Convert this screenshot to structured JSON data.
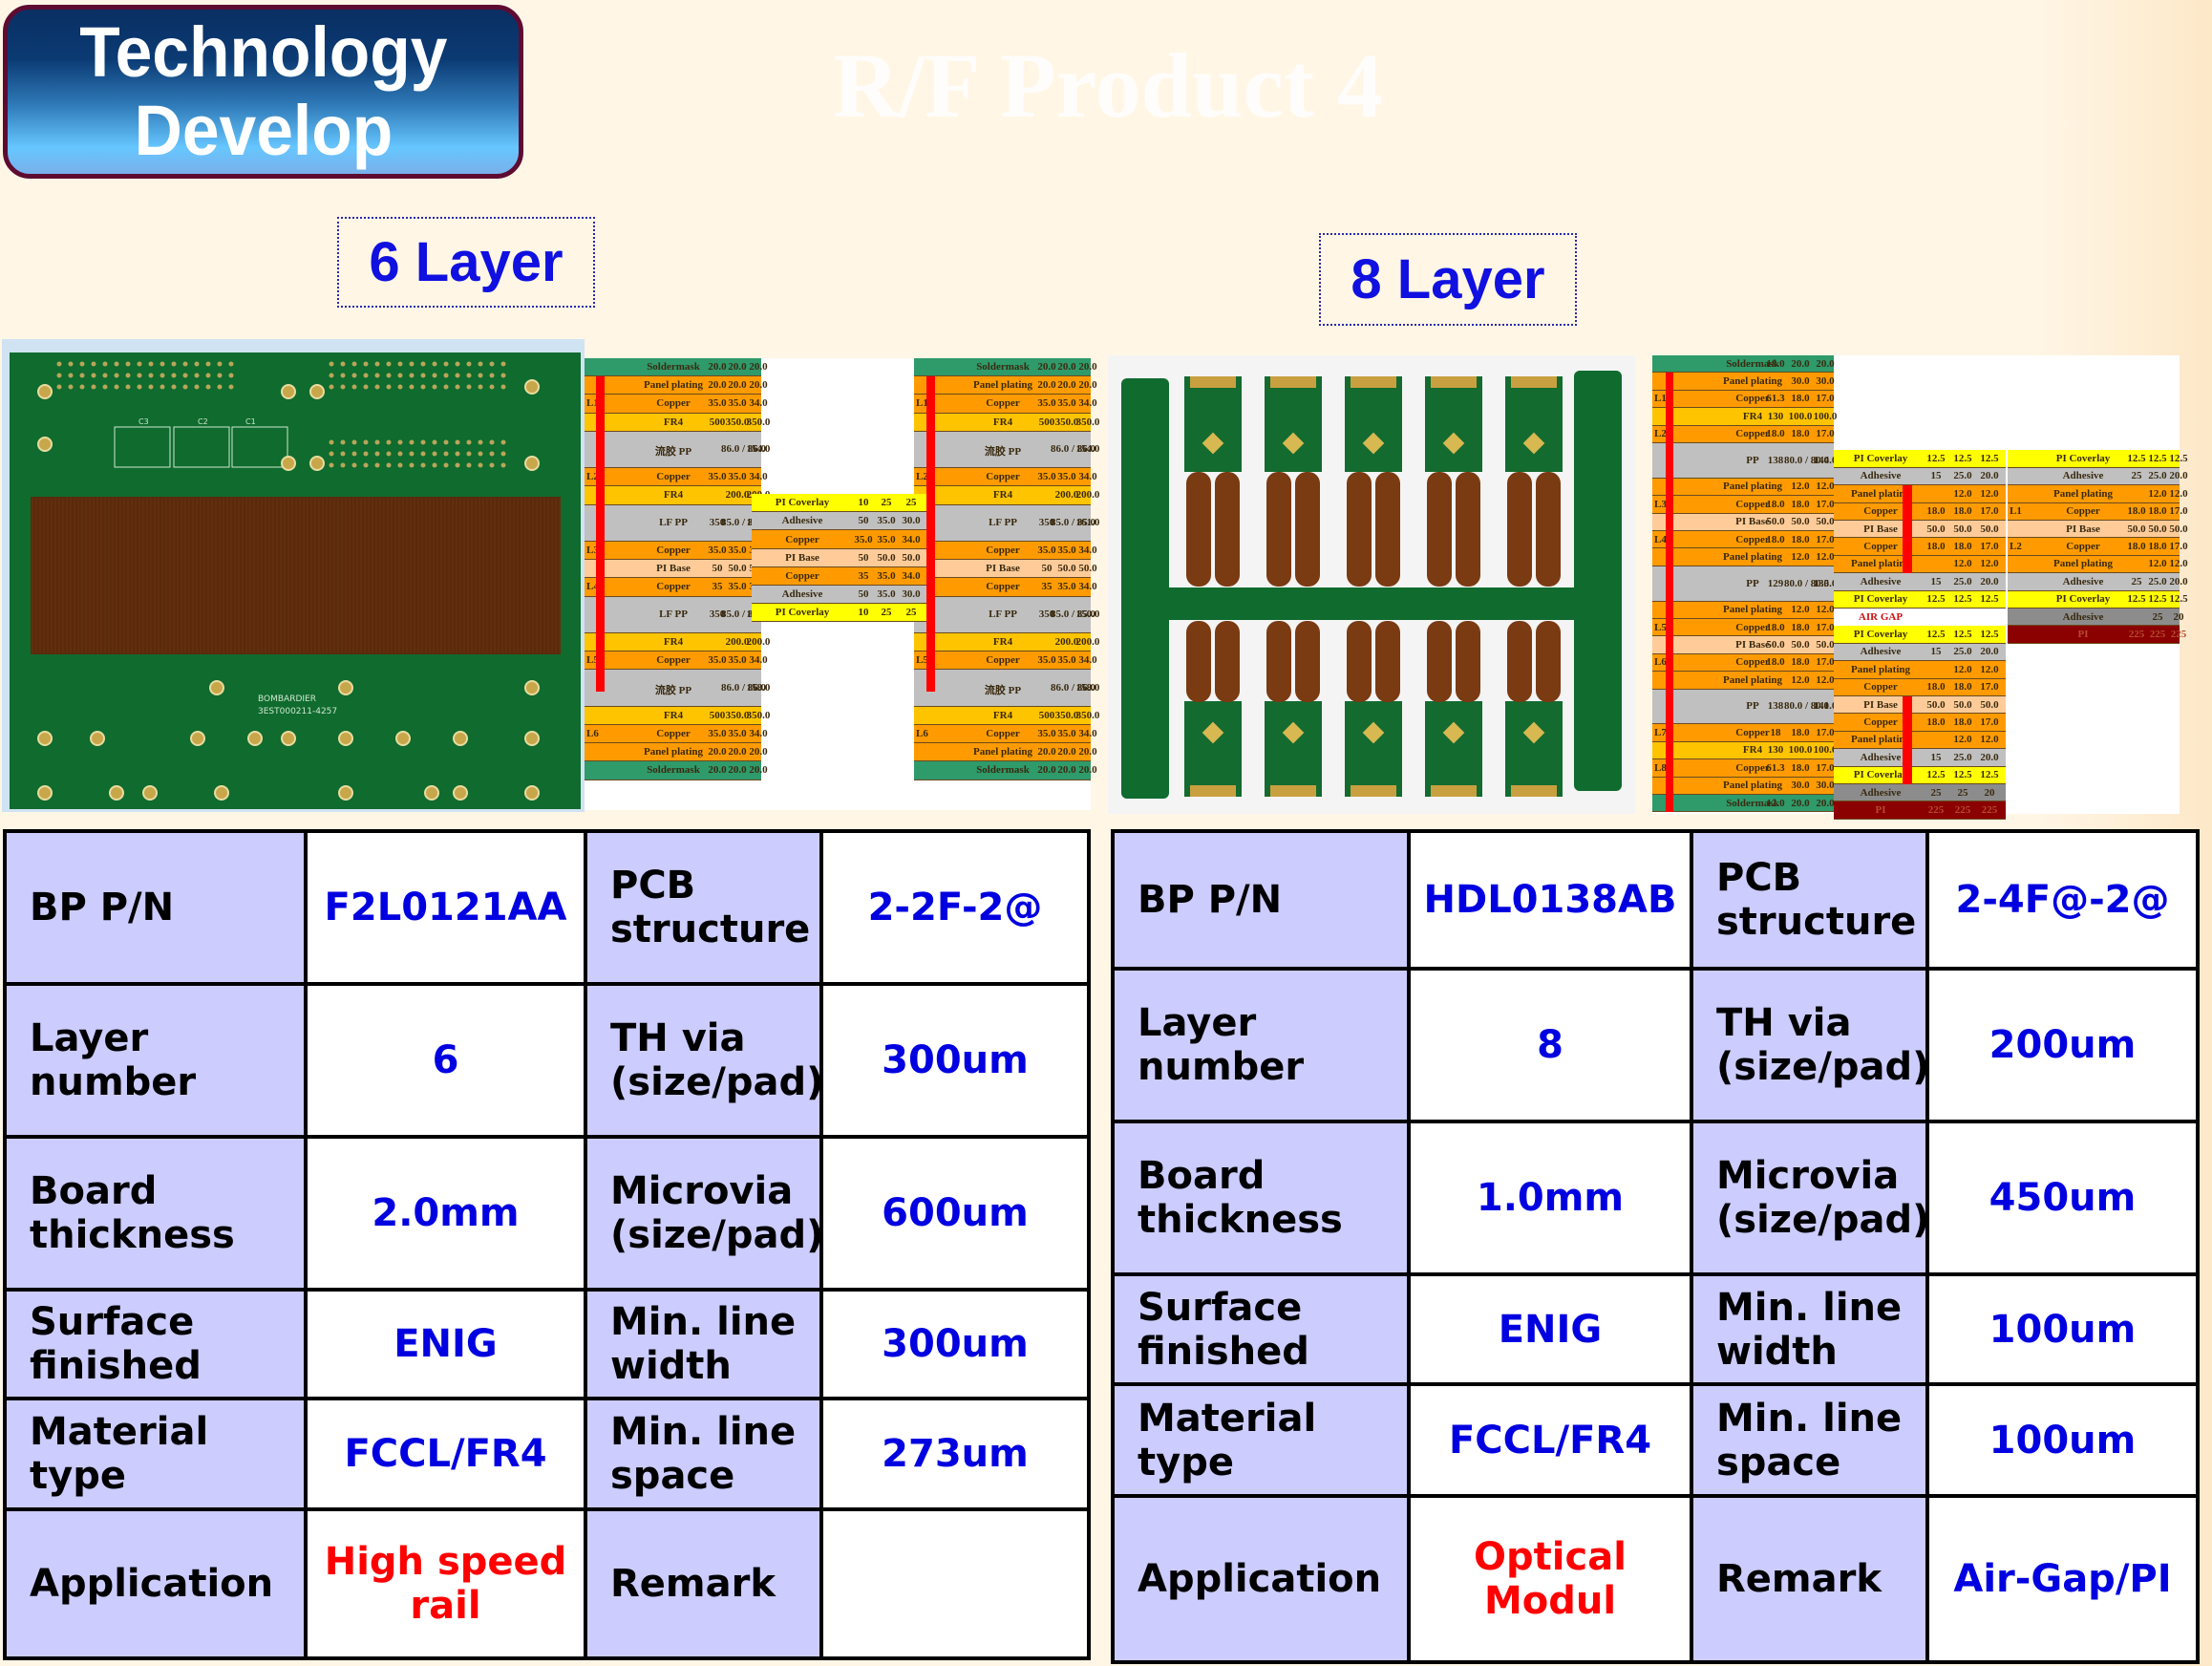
{
  "header": {
    "badge_line1": "Technology",
    "badge_line2": "Develop",
    "title": "R/F Product 4"
  },
  "sections": {
    "six_layer": {
      "heading": "6 Layer",
      "photo_alt": "6-layer rigid-flex PCB panel photo",
      "photo_silkscreen": [
        "BOMBARDIER",
        "3EST000211-4257",
        "C3",
        "C2",
        "C1"
      ],
      "stackup_left": [
        {
          "layer": "",
          "material": "Soldermask",
          "v1": "20.0",
          "v2": "20.0",
          "v3": "20.0",
          "color": "sm"
        },
        {
          "layer": "",
          "material": "Panel plating",
          "v1": "20.0",
          "v2": "20.0",
          "v3": "20.0",
          "color": "cu"
        },
        {
          "layer": "L1",
          "material": "Copper",
          "v1": "35.0",
          "v2": "35.0",
          "v3": "34.0",
          "color": "cu"
        },
        {
          "layer": "",
          "material": "FR4",
          "v1": "500",
          "v2": "350.0",
          "v3": "350.0",
          "color": "fr4"
        },
        {
          "layer": "",
          "material": "流胶 PP",
          "v1": "",
          "v2": "86.0 / 86.0",
          "v3": "154.0",
          "color": "pp"
        },
        {
          "layer": "L2",
          "material": "Copper",
          "v1": "35.0",
          "v2": "35.0",
          "v3": "34.0",
          "color": "cu"
        },
        {
          "layer": "",
          "material": "FR4",
          "v1": "",
          "v2": "200.0",
          "v3": "200.0",
          "color": "fr4"
        },
        {
          "layer": "",
          "material": "LF PP",
          "v1": "350",
          "v2": "85.0 / 85.0",
          "v3": "161.0",
          "color": "pp"
        },
        {
          "layer": "L3",
          "material": "Copper",
          "v1": "35.0",
          "v2": "35.0",
          "v3": "34.0",
          "color": "cu"
        },
        {
          "layer": "",
          "material": "PI Base",
          "v1": "50",
          "v2": "50.0",
          "v3": "50.0",
          "color": "pib"
        },
        {
          "layer": "L4",
          "material": "Copper",
          "v1": "35",
          "v2": "35.0",
          "v3": "34.0",
          "color": "cu"
        },
        {
          "layer": "",
          "material": "LF PP",
          "v1": "350",
          "v2": "85.0 / 85.0",
          "v3": "150.0",
          "color": "pp"
        },
        {
          "layer": "",
          "material": "FR4",
          "v1": "",
          "v2": "200.0",
          "v3": "200.0",
          "color": "fr4"
        },
        {
          "layer": "L5",
          "material": "Copper",
          "v1": "35.0",
          "v2": "35.0",
          "v3": "34.0",
          "color": "cu"
        },
        {
          "layer": "",
          "material": "流胶 PP",
          "v1": "",
          "v2": "86.0 / 86.0",
          "v3": "158.0",
          "color": "pp"
        },
        {
          "layer": "",
          "material": "FR4",
          "v1": "500",
          "v2": "350.0",
          "v3": "350.0",
          "color": "fr4"
        },
        {
          "layer": "L6",
          "material": "Copper",
          "v1": "35.0",
          "v2": "35.0",
          "v3": "34.0",
          "color": "cu"
        },
        {
          "layer": "",
          "material": "Panel plating",
          "v1": "20.0",
          "v2": "20.0",
          "v3": "20.0",
          "color": "cu"
        },
        {
          "layer": "",
          "material": "Soldermask",
          "v1": "20.0",
          "v2": "20.0",
          "v3": "20.0",
          "color": "sm"
        }
      ],
      "stackup_flex": [
        {
          "material": "PI Coverlay",
          "v1": "10",
          "v2": "25",
          "v3": "25",
          "color": "cov"
        },
        {
          "material": "Adhesive",
          "v1": "50",
          "v2": "35.0",
          "v3": "30.0",
          "color": "adh"
        },
        {
          "material": "Copper",
          "v1": "35.0",
          "v2": "35.0",
          "v3": "34.0",
          "color": "cu"
        },
        {
          "material": "PI Base",
          "v1": "50",
          "v2": "50.0",
          "v3": "50.0",
          "color": "pib"
        },
        {
          "material": "Copper",
          "v1": "35",
          "v2": "35.0",
          "v3": "34.0",
          "color": "cu"
        },
        {
          "material": "Adhesive",
          "v1": "50",
          "v2": "35.0",
          "v3": "30.0",
          "color": "adh"
        },
        {
          "material": "PI Coverlay",
          "v1": "10",
          "v2": "25",
          "v3": "25",
          "color": "cov"
        }
      ],
      "specs": [
        {
          "label": "BP P/N",
          "value": "F2L0121AA",
          "label2": "PCB structure",
          "value2": "2-2F-2@"
        },
        {
          "label": "Layer number",
          "value": "6",
          "label2": "TH via (size/pad)",
          "value2": "300um"
        },
        {
          "label": "Board thickness",
          "value": "2.0mm",
          "label2": "Microvia (size/pad)",
          "value2": "600um"
        },
        {
          "label": "Surface finished",
          "value": "ENIG",
          "label2": "Min. line width",
          "value2": "300um"
        },
        {
          "label": "Material type",
          "value": "FCCL/FR4",
          "label2": "Min. line space",
          "value2": "273um"
        },
        {
          "label": "Application",
          "value": "High speed rail",
          "label2": "Remark",
          "value2": ""
        }
      ]
    },
    "eight_layer": {
      "heading": "8 Layer",
      "photo_alt": "8-layer rigid-flex optical module PCB panel photo",
      "stackup_main": [
        {
          "layer": "",
          "material": "Soldermask",
          "v1": "18.0",
          "v2": "20.0",
          "v3": "20.0",
          "color": "sm"
        },
        {
          "layer": "",
          "material": "Panel plating",
          "v1": "",
          "v2": "30.0",
          "v3": "30.0",
          "color": "cu"
        },
        {
          "layer": "L1",
          "material": "Copper",
          "v1": "61.3",
          "v2": "18.0",
          "v3": "17.0",
          "color": "cu"
        },
        {
          "layer": "",
          "material": "FR4",
          "v1": "130",
          "v2": "100.0",
          "v3": "100.0",
          "color": "fr4"
        },
        {
          "layer": "L2",
          "material": "Copper",
          "v1": "18.0",
          "v2": "18.0",
          "v3": "17.0",
          "color": "cu"
        },
        {
          "layer": "",
          "material": "PP",
          "v1": "138",
          "v2": "80.0 / 80.0",
          "v3": "144.0",
          "color": "pp"
        },
        {
          "layer": "",
          "material": "Panel plating",
          "v1": "",
          "v2": "12.0",
          "v3": "12.0",
          "color": "cu"
        },
        {
          "layer": "L3",
          "material": "Copper",
          "v1": "18.0",
          "v2": "18.0",
          "v3": "17.0",
          "color": "cu"
        },
        {
          "layer": "",
          "material": "PI Base",
          "v1": "50.0",
          "v2": "50.0",
          "v3": "50.0",
          "color": "pib"
        },
        {
          "layer": "L4",
          "material": "Copper",
          "v1": "18.0",
          "v2": "18.0",
          "v3": "17.0",
          "color": "cu"
        },
        {
          "layer": "",
          "material": "Panel plating",
          "v1": "",
          "v2": "12.0",
          "v3": "12.0",
          "color": "cu"
        },
        {
          "layer": "",
          "material": "PP",
          "v1": "129",
          "v2": "80.0 / 80.0",
          "v3": "135.0",
          "color": "pp"
        },
        {
          "layer": "",
          "material": "Panel plating",
          "v1": "",
          "v2": "12.0",
          "v3": "12.0",
          "color": "cu"
        },
        {
          "layer": "L5",
          "material": "Copper",
          "v1": "18.0",
          "v2": "18.0",
          "v3": "17.0",
          "color": "cu"
        },
        {
          "layer": "",
          "material": "PI Base",
          "v1": "50.0",
          "v2": "50.0",
          "v3": "50.0",
          "color": "pib"
        },
        {
          "layer": "L6",
          "material": "Copper",
          "v1": "18.0",
          "v2": "18.0",
          "v3": "17.0",
          "color": "cu"
        },
        {
          "layer": "",
          "material": "Panel plating",
          "v1": "",
          "v2": "12.0",
          "v3": "12.0",
          "color": "cu"
        },
        {
          "layer": "",
          "material": "PP",
          "v1": "138",
          "v2": "80.0 / 80.0",
          "v3": "141.0",
          "color": "pp"
        },
        {
          "layer": "L7",
          "material": "Copper",
          "v1": "18",
          "v2": "18.0",
          "v3": "17.0",
          "color": "cu"
        },
        {
          "layer": "",
          "material": "FR4",
          "v1": "130",
          "v2": "100.0",
          "v3": "100.0",
          "color": "fr4"
        },
        {
          "layer": "L8",
          "material": "Copper",
          "v1": "61.3",
          "v2": "18.0",
          "v3": "17.0",
          "color": "cu"
        },
        {
          "layer": "",
          "material": "Panel plating",
          "v1": "",
          "v2": "30.0",
          "v3": "30.0",
          "color": "cu"
        },
        {
          "layer": "",
          "material": "Soldermask",
          "v1": "12.0",
          "v2": "20.0",
          "v3": "20.0",
          "color": "sm"
        }
      ],
      "stackup_flex_mid": [
        {
          "material": "PI Coverlay",
          "v1": "12.5",
          "v2": "12.5",
          "v3": "12.5",
          "color": "cov"
        },
        {
          "material": "Adhesive",
          "v1": "15",
          "v2": "25.0",
          "v3": "20.0",
          "color": "adh"
        },
        {
          "material": "Panel plating",
          "v1": "",
          "v2": "12.0",
          "v3": "12.0",
          "color": "cu"
        },
        {
          "material": "Copper",
          "v1": "18.0",
          "v2": "18.0",
          "v3": "17.0",
          "color": "cu"
        },
        {
          "material": "PI Base",
          "v1": "50.0",
          "v2": "50.0",
          "v3": "50.0",
          "color": "pib"
        },
        {
          "material": "Copper",
          "v1": "18.0",
          "v2": "18.0",
          "v3": "17.0",
          "color": "cu"
        },
        {
          "material": "Panel plating",
          "v1": "",
          "v2": "12.0",
          "v3": "12.0",
          "color": "cu"
        },
        {
          "material": "Adhesive",
          "v1": "15",
          "v2": "25.0",
          "v3": "20.0",
          "color": "adh"
        },
        {
          "material": "PI Coverlay",
          "v1": "12.5",
          "v2": "12.5",
          "v3": "12.5",
          "color": "cov"
        },
        {
          "material": "AIR GAP",
          "v1": "",
          "v2": "",
          "v3": "",
          "color": "air"
        },
        {
          "material": "PI Coverlay",
          "v1": "12.5",
          "v2": "12.5",
          "v3": "12.5",
          "color": "cov"
        },
        {
          "material": "Adhesive",
          "v1": "15",
          "v2": "25.0",
          "v3": "20.0",
          "color": "adh"
        },
        {
          "material": "Panel plating",
          "v1": "",
          "v2": "12.0",
          "v3": "12.0",
          "color": "cu"
        },
        {
          "material": "Copper",
          "v1": "18.0",
          "v2": "18.0",
          "v3": "17.0",
          "color": "cu"
        },
        {
          "material": "PI Base",
          "v1": "50.0",
          "v2": "50.0",
          "v3": "50.0",
          "color": "pib"
        },
        {
          "material": "Copper",
          "v1": "18.0",
          "v2": "18.0",
          "v3": "17.0",
          "color": "cu"
        },
        {
          "material": "Panel plating",
          "v1": "",
          "v2": "12.0",
          "v3": "12.0",
          "color": "cu"
        },
        {
          "material": "Adhesive",
          "v1": "15",
          "v2": "25.0",
          "v3": "20.0",
          "color": "adh"
        },
        {
          "material": "PI Coverlay",
          "v1": "12.5",
          "v2": "12.5",
          "v3": "12.5",
          "color": "cov"
        },
        {
          "material": "Adhesive",
          "v1": "25",
          "v2": "25",
          "v3": "20",
          "color": "gray"
        },
        {
          "material": "PI",
          "v1": "225",
          "v2": "225",
          "v3": "225",
          "color": "pi"
        }
      ],
      "stackup_flex_right": [
        {
          "layer": "",
          "material": "PI Coverlay",
          "v1": "12.5",
          "v2": "12.5",
          "v3": "12.5",
          "color": "cov"
        },
        {
          "layer": "",
          "material": "Adhesive",
          "v1": "25",
          "v2": "25.0",
          "v3": "20.0",
          "color": "adh"
        },
        {
          "layer": "",
          "material": "Panel plating",
          "v1": "",
          "v2": "12.0",
          "v3": "12.0",
          "color": "cu"
        },
        {
          "layer": "L1",
          "material": "Copper",
          "v1": "18.0",
          "v2": "18.0",
          "v3": "17.0",
          "color": "cu"
        },
        {
          "layer": "",
          "material": "PI Base",
          "v1": "50.0",
          "v2": "50.0",
          "v3": "50.0",
          "color": "pib"
        },
        {
          "layer": "L2",
          "material": "Copper",
          "v1": "18.0",
          "v2": "18.0",
          "v3": "17.0",
          "color": "cu"
        },
        {
          "layer": "",
          "material": "Panel plating",
          "v1": "",
          "v2": "12.0",
          "v3": "12.0",
          "color": "cu"
        },
        {
          "layer": "",
          "material": "Adhesive",
          "v1": "25",
          "v2": "25.0",
          "v3": "20.0",
          "color": "adh"
        },
        {
          "layer": "",
          "material": "PI Coverlay",
          "v1": "12.5",
          "v2": "12.5",
          "v3": "12.5",
          "color": "cov"
        },
        {
          "layer": "",
          "material": "Adhesive",
          "v1": "",
          "v2": "25",
          "v3": "20",
          "color": "gray"
        },
        {
          "layer": "",
          "material": "PI",
          "v1": "225",
          "v2": "225",
          "v3": "225",
          "color": "pi"
        }
      ],
      "specs": [
        {
          "label": "BP P/N",
          "value": "HDL0138AB",
          "label2": "PCB structure",
          "value2": "2-4F@-2@"
        },
        {
          "label": "Layer number",
          "value": "8",
          "label2": "TH via (size/pad)",
          "value2": "200um"
        },
        {
          "label": "Board thickness",
          "value": "1.0mm",
          "label2": "Microvia (size/pad)",
          "value2": "450um"
        },
        {
          "label": "Surface finished",
          "value": "ENIG",
          "label2": "Min. line width",
          "value2": "100um"
        },
        {
          "label": "Material type",
          "value": "FCCL/FR4",
          "label2": "Min. line space",
          "value2": "100um"
        },
        {
          "label": "Application",
          "value": "Optical Modul",
          "label2": "Remark",
          "value2": "Air-Gap/PI"
        }
      ]
    }
  },
  "colors": {
    "label_cell": "#ccccff",
    "value_text": "#0000e0",
    "application_text": "#ff0000",
    "heading_text": "#1010e0",
    "badge_border": "#5e0b32"
  }
}
